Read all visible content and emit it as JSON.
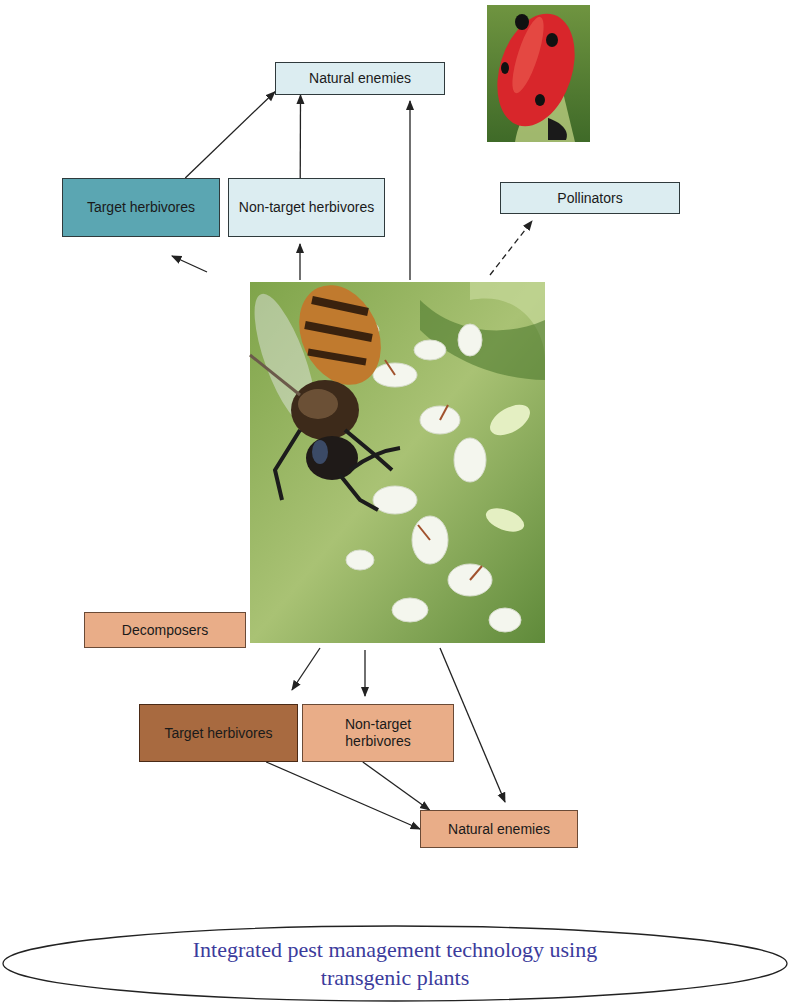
{
  "diagram": {
    "nodes": [
      {
        "text": [
          "Natural enemies"
        ]
      },
      {
        "text": [
          "Target herbivores"
        ]
      },
      {
        "text": [
          "Non-target herbivores"
        ]
      },
      {
        "text": [
          "Pollinators"
        ]
      },
      {
        "text": [
          "Decomposers"
        ]
      },
      {
        "text": [
          "Target herbivores"
        ]
      },
      {
        "text": [
          "Non-target herbivores"
        ]
      },
      {
        "text": [
          "Natural enemies"
        ]
      },
      {
        "text": [
          "Integrated pest management technology using transgenic plants"
        ]
      }
    ],
    "edges": [
      {
        "from": 1,
        "to": 0,
        "arrow": "to"
      },
      {
        "from": 2,
        "to": 0,
        "arrow": "to"
      },
      {
        "from": 5,
        "to": 7,
        "arrow": "to"
      },
      {
        "from": 6,
        "to": 7,
        "arrow": "to"
      }
    ]
  }
}
